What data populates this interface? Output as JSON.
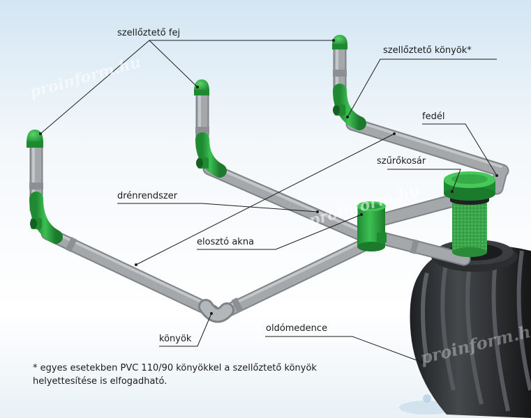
{
  "labels": {
    "vent_head": "szellőztető fej",
    "vent_elbow": "szellőztető könyök*",
    "lid": "fedél",
    "filter_basket": "szűrőkosár",
    "drain_system": "drénrendszer",
    "distribution_shaft": "elosztó akna",
    "elbow": "könyök",
    "septic_tank": "oldómedence"
  },
  "footnote": {
    "line1": "* egyes esetekben PVC 110/90 könyökkel a szellőztető könyök",
    "line2": "helyettesítése is elfogadható."
  },
  "watermark": "proinform.hu",
  "colors": {
    "pipe_gray": "#a4a8ab",
    "fitting_green": "#2fa843",
    "tank_black": "#2a2c2e",
    "background": "#dcebf5"
  }
}
